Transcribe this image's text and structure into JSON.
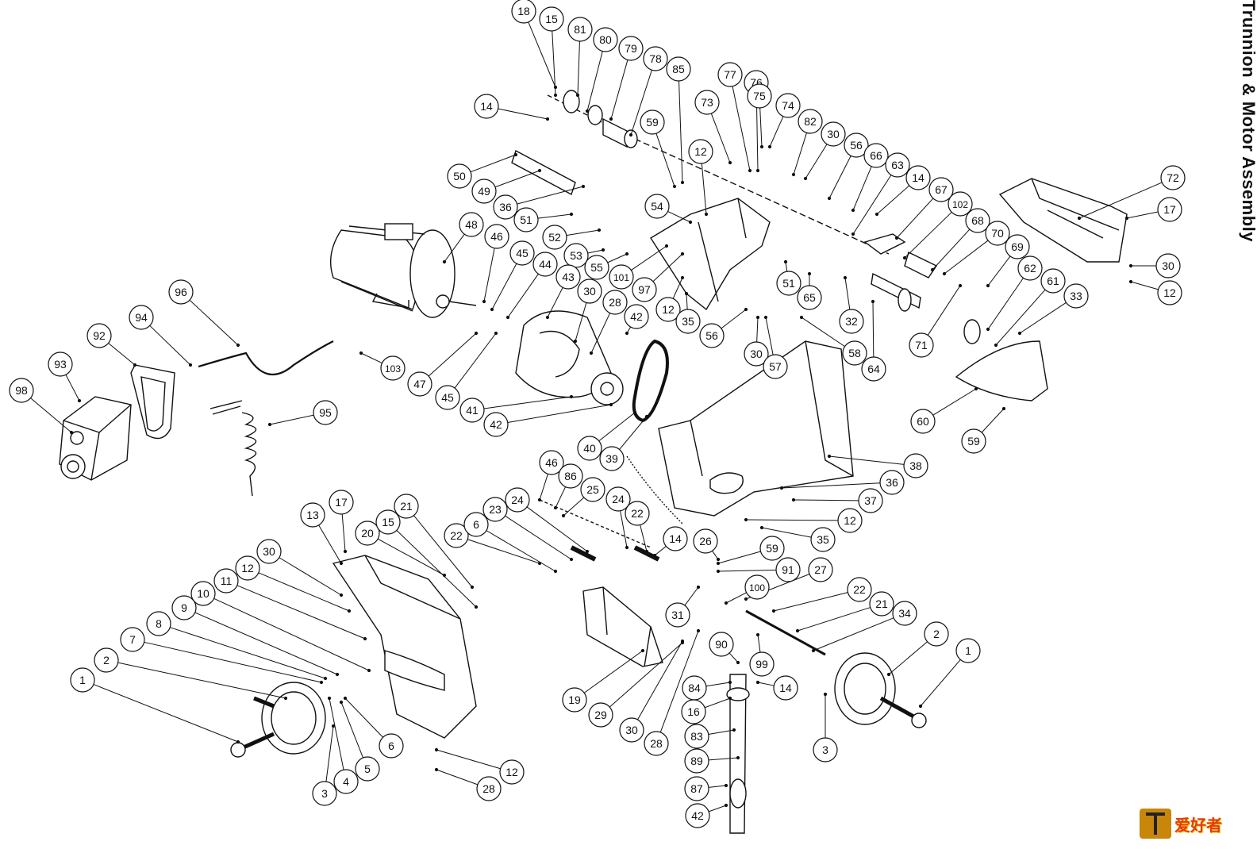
{
  "title": "Trunnion & Motor Assembly",
  "logo_text": "爱好者",
  "colors": {
    "line": "#111111",
    "bubble_fill": "#ffffff",
    "shade": "#cfcfcf"
  },
  "callouts": [
    {
      "n": "18"
    },
    {
      "n": "15"
    },
    {
      "n": "81"
    },
    {
      "n": "80"
    },
    {
      "n": "79"
    },
    {
      "n": "78"
    },
    {
      "n": "85"
    },
    {
      "n": "77"
    },
    {
      "n": "76"
    },
    {
      "n": "75"
    },
    {
      "n": "74"
    },
    {
      "n": "73"
    },
    {
      "n": "82"
    },
    {
      "n": "30"
    },
    {
      "n": "56"
    },
    {
      "n": "66"
    },
    {
      "n": "63"
    },
    {
      "n": "14"
    },
    {
      "n": "67"
    },
    {
      "n": "102"
    },
    {
      "n": "68"
    },
    {
      "n": "70"
    },
    {
      "n": "72"
    },
    {
      "n": "17"
    },
    {
      "n": "30"
    },
    {
      "n": "12"
    },
    {
      "n": "14"
    },
    {
      "n": "59"
    },
    {
      "n": "12"
    },
    {
      "n": "50"
    },
    {
      "n": "49"
    },
    {
      "n": "36"
    },
    {
      "n": "51"
    },
    {
      "n": "52"
    },
    {
      "n": "53"
    },
    {
      "n": "54"
    },
    {
      "n": "55"
    },
    {
      "n": "101"
    },
    {
      "n": "97"
    },
    {
      "n": "48"
    },
    {
      "n": "46"
    },
    {
      "n": "45"
    },
    {
      "n": "44"
    },
    {
      "n": "43"
    },
    {
      "n": "96"
    },
    {
      "n": "94"
    },
    {
      "n": "92"
    },
    {
      "n": "93"
    },
    {
      "n": "98"
    },
    {
      "n": "103"
    },
    {
      "n": "30"
    },
    {
      "n": "28"
    },
    {
      "n": "42"
    },
    {
      "n": "12"
    },
    {
      "n": "35"
    },
    {
      "n": "56"
    },
    {
      "n": "30"
    },
    {
      "n": "57"
    },
    {
      "n": "58"
    },
    {
      "n": "51"
    },
    {
      "n": "65"
    },
    {
      "n": "32"
    },
    {
      "n": "64"
    },
    {
      "n": "71"
    },
    {
      "n": "69"
    },
    {
      "n": "62"
    },
    {
      "n": "61"
    },
    {
      "n": "33"
    },
    {
      "n": "60"
    },
    {
      "n": "59"
    },
    {
      "n": "47"
    },
    {
      "n": "45"
    },
    {
      "n": "41"
    },
    {
      "n": "42"
    },
    {
      "n": "40"
    },
    {
      "n": "39"
    },
    {
      "n": "38"
    },
    {
      "n": "36"
    },
    {
      "n": "37"
    },
    {
      "n": "12"
    },
    {
      "n": "35"
    },
    {
      "n": "95"
    },
    {
      "n": "17"
    },
    {
      "n": "13"
    },
    {
      "n": "21"
    },
    {
      "n": "20"
    },
    {
      "n": "15"
    },
    {
      "n": "30"
    },
    {
      "n": "12"
    },
    {
      "n": "11"
    },
    {
      "n": "10"
    },
    {
      "n": "9"
    },
    {
      "n": "8"
    },
    {
      "n": "7"
    },
    {
      "n": "2"
    },
    {
      "n": "1"
    },
    {
      "n": "22"
    },
    {
      "n": "6"
    },
    {
      "n": "23"
    },
    {
      "n": "24"
    },
    {
      "n": "46"
    },
    {
      "n": "86"
    },
    {
      "n": "25"
    },
    {
      "n": "24"
    },
    {
      "n": "22"
    },
    {
      "n": "14"
    },
    {
      "n": "26"
    },
    {
      "n": "59"
    },
    {
      "n": "91"
    },
    {
      "n": "27"
    },
    {
      "n": "100"
    },
    {
      "n": "31"
    },
    {
      "n": "22"
    },
    {
      "n": "21"
    },
    {
      "n": "34"
    },
    {
      "n": "2"
    },
    {
      "n": "1"
    },
    {
      "n": "19"
    },
    {
      "n": "29"
    },
    {
      "n": "30"
    },
    {
      "n": "28"
    },
    {
      "n": "90"
    },
    {
      "n": "99"
    },
    {
      "n": "84"
    },
    {
      "n": "14"
    },
    {
      "n": "16"
    },
    {
      "n": "83"
    },
    {
      "n": "89"
    },
    {
      "n": "87"
    },
    {
      "n": "42"
    },
    {
      "n": "3"
    },
    {
      "n": "4"
    },
    {
      "n": "5"
    },
    {
      "n": "6"
    },
    {
      "n": "12"
    },
    {
      "n": "28"
    },
    {
      "n": "3"
    }
  ]
}
